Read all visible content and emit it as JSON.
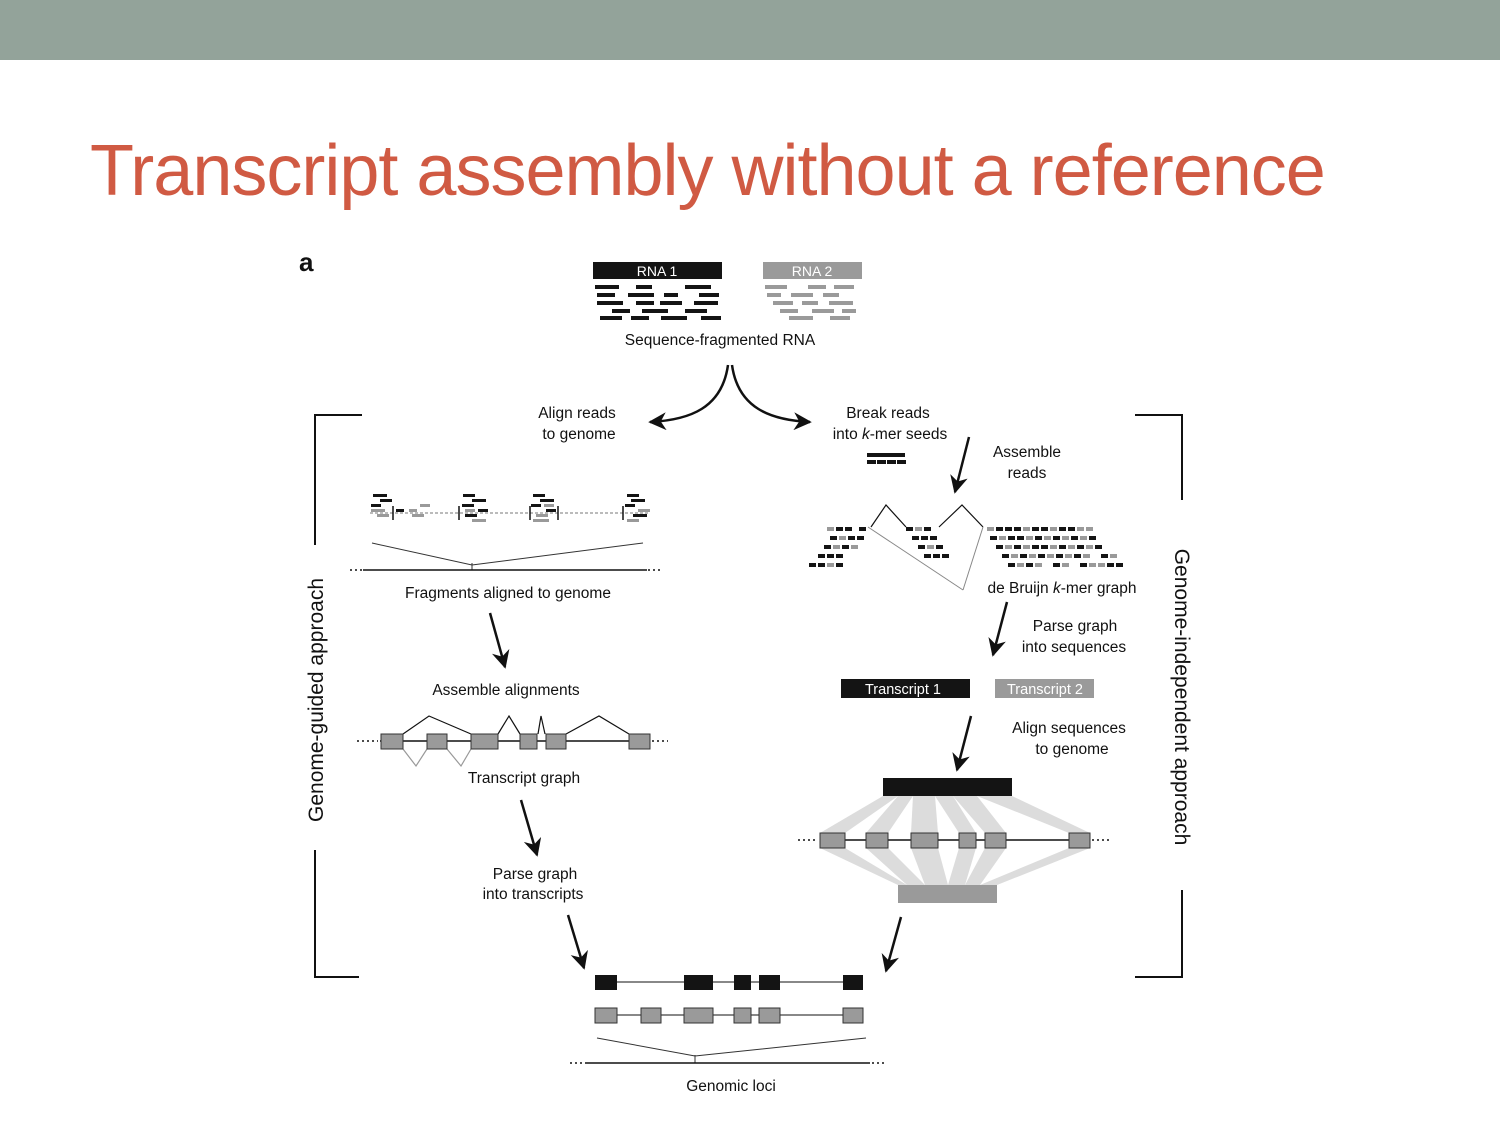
{
  "slide": {
    "title": "Transcript assembly without a reference",
    "header_color": "#93a39a",
    "title_color": "#d05a43"
  },
  "figure": {
    "panel_label": "a",
    "rna1": "RNA 1",
    "rna2": "RNA 2",
    "sequence_fragmented": "Sequence-fragmented RNA",
    "align_reads_1": "Align reads",
    "align_reads_2": "to genome",
    "break_reads_1": "Break reads",
    "break_reads_2a": "into ",
    "break_reads_k": "k",
    "break_reads_2b": "-mer seeds",
    "assemble_reads_1": "Assemble",
    "assemble_reads_2": "reads",
    "fragments_aligned": "Fragments aligned to genome",
    "debruijn_a": "de Bruijn ",
    "debruijn_k": "k",
    "debruijn_b": "-mer graph",
    "assemble_alignments": "Assemble alignments",
    "parse_graph_seq_1": "Parse graph",
    "parse_graph_seq_2": "into sequences",
    "transcript1": "Transcript 1",
    "transcript2": "Transcript 2",
    "transcript_graph": "Transcript graph",
    "align_sequences_1": "Align sequences",
    "align_sequences_2": "to genome",
    "parse_graph_tx_1": "Parse graph",
    "parse_graph_tx_2": "into transcripts",
    "genomic_loci": "Genomic loci",
    "left_approach": "Genome-guided approach",
    "right_approach": "Genome-independent approach",
    "colors": {
      "black": "#141414",
      "gray": "#9a9a9a",
      "light_gray": "#dcdcdc"
    }
  }
}
